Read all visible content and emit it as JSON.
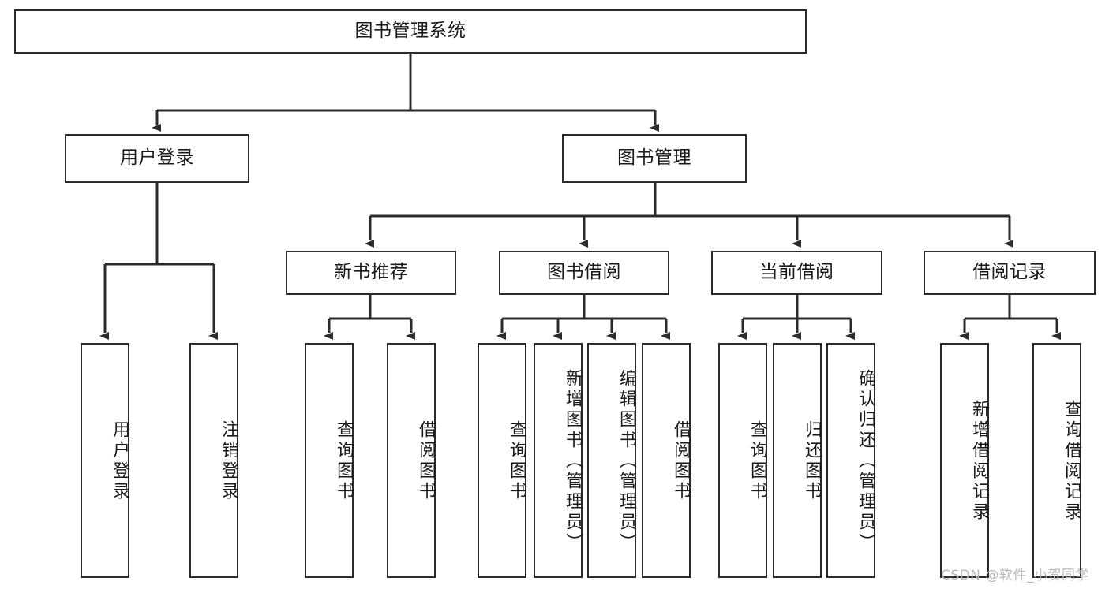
{
  "diagram": {
    "title": "图书管理系统",
    "type": "hierarchy-tree",
    "root": {
      "label": "图书管理系统"
    },
    "level2": [
      {
        "label": "用户登录"
      },
      {
        "label": "图书管理"
      }
    ],
    "level3": [
      {
        "label": "新书推荐"
      },
      {
        "label": "图书借阅"
      },
      {
        "label": "当前借阅"
      },
      {
        "label": "借阅记录"
      }
    ],
    "leaves": {
      "user_login": [
        {
          "label": "用户登录"
        },
        {
          "label": "注销登录"
        }
      ],
      "new_book_recommend": [
        {
          "label": "查询图书"
        },
        {
          "label": "借阅图书"
        }
      ],
      "book_borrow": [
        {
          "label": "查询图书"
        },
        {
          "label": "新增图书（管理员）"
        },
        {
          "label": "编辑图书（管理员）"
        },
        {
          "label": "借阅图书"
        }
      ],
      "current_borrow": [
        {
          "label": "查询图书"
        },
        {
          "label": "归还图书"
        },
        {
          "label": "确认归还（管理员）"
        }
      ],
      "borrow_record": [
        {
          "label": "新增借阅记录"
        },
        {
          "label": "查询借阅记录"
        }
      ]
    }
  },
  "watermark": {
    "text": "CSDN @软件_小贺同学"
  },
  "colors": {
    "stroke": "#2b2b2b",
    "background": "#ffffff",
    "text": "#1a1a1a",
    "watermark": "#b9b9b9"
  }
}
